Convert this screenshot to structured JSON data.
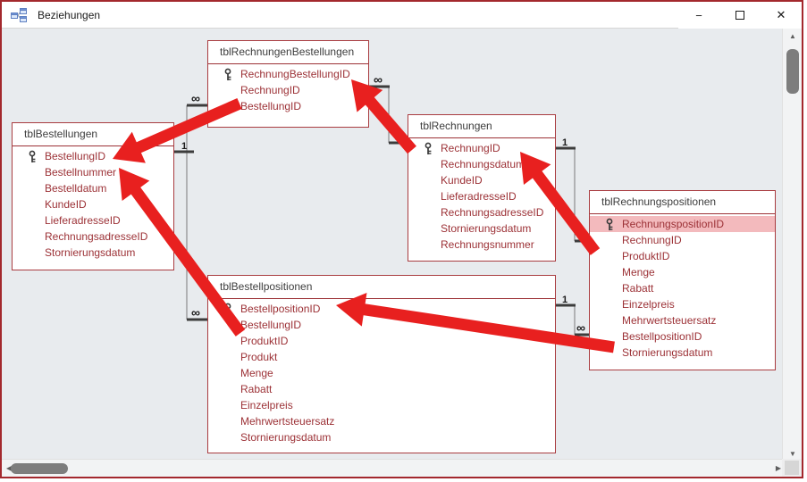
{
  "window": {
    "title": "Beziehungen",
    "controls": {
      "minimize": "−",
      "maximize": "maximize",
      "close": "✕"
    }
  },
  "scrollbar_icons": {
    "up": "▲",
    "down": "▼",
    "left": "◀",
    "right": "▶"
  },
  "tables": [
    {
      "name": "tblBestellungen",
      "fields": [
        {
          "label": "BestellungID",
          "key": true
        },
        {
          "label": "Bestellnummer"
        },
        {
          "label": "Bestelldatum"
        },
        {
          "label": "KundeID"
        },
        {
          "label": "LieferadresseID"
        },
        {
          "label": "RechnungsadresseID"
        },
        {
          "label": "Stornierungsdatum"
        }
      ]
    },
    {
      "name": "tblRechnungenBestellungen",
      "fields": [
        {
          "label": "RechnungBestellungID",
          "key": true
        },
        {
          "label": "RechnungID"
        },
        {
          "label": "BestellungID"
        }
      ]
    },
    {
      "name": "tblRechnungen",
      "fields": [
        {
          "label": "RechnungID",
          "key": true
        },
        {
          "label": "Rechnungsdatum"
        },
        {
          "label": "KundeID"
        },
        {
          "label": "LieferadresseID"
        },
        {
          "label": "RechnungsadresseID"
        },
        {
          "label": "Stornierungsdatum"
        },
        {
          "label": "Rechnungsnummer"
        }
      ]
    },
    {
      "name": "tblRechnungspositionen",
      "fields": [
        {
          "label": "RechnungspositionID",
          "key": true,
          "highlighted": true
        },
        {
          "label": "RechnungID"
        },
        {
          "label": "ProduktID"
        },
        {
          "label": "Menge"
        },
        {
          "label": "Rabatt"
        },
        {
          "label": "Einzelpreis"
        },
        {
          "label": "Mehrwertsteuersatz"
        },
        {
          "label": "BestellpositionID"
        },
        {
          "label": "Stornierungsdatum"
        }
      ]
    },
    {
      "name": "tblBestellpositionen",
      "fields": [
        {
          "label": "BestellpositionID",
          "key": true
        },
        {
          "label": "BestellungID"
        },
        {
          "label": "ProduktID"
        },
        {
          "label": "Produkt"
        },
        {
          "label": "Menge"
        },
        {
          "label": "Rabatt"
        },
        {
          "label": "Einzelpreis"
        },
        {
          "label": "Mehrwertsteuersatz"
        },
        {
          "label": "Stornierungsdatum"
        }
      ]
    }
  ],
  "relationships": [
    {
      "one_table": "tblBestellungen",
      "one_field": "BestellungID",
      "many_table": "tblRechnungenBestellungen",
      "many_field": "BestellungID",
      "one_label": "1",
      "many_label": "∞"
    },
    {
      "one_table": "tblBestellungen",
      "one_field": "BestellungID",
      "many_table": "tblBestellpositionen",
      "many_field": "BestellungID",
      "one_label": "1",
      "many_label": "∞"
    },
    {
      "one_table": "tblRechnungen",
      "one_field": "RechnungID",
      "many_table": "tblRechnungenBestellungen",
      "many_field": "RechnungID",
      "one_label": "1",
      "many_label": "∞"
    },
    {
      "one_table": "tblRechnungen",
      "one_field": "RechnungID",
      "many_table": "tblRechnungspositionen",
      "many_field": "RechnungID",
      "one_label": "1",
      "many_label": "∞"
    },
    {
      "one_table": "tblBestellpositionen",
      "one_field": "BestellpositionID",
      "many_table": "tblRechnungspositionen",
      "many_field": "BestellpositionID",
      "one_label": "1",
      "many_label": "∞"
    }
  ],
  "highlight": {
    "table": "tblRechnungspositionen",
    "field": "RechnungspositionID",
    "color": "#f3babd"
  },
  "annotations": {
    "arrow_color": "#e8201f",
    "arrows": [
      {
        "points_to": "tblBestellungen.BestellungID"
      },
      {
        "points_to": "tblBestellungen.BestellungID"
      },
      {
        "points_to": "tblRechnungenBestellungen.RechnungBestellungID"
      },
      {
        "points_to": "tblRechnungen.RechnungID"
      },
      {
        "points_to": "tblBestellpositionen.BestellpositionID"
      }
    ]
  },
  "colors": {
    "window_border": "#a3282d",
    "canvas_bg": "#e8ebee",
    "table_border": "#a93c40",
    "field_text": "#9c3136",
    "table_title_text": "#3d3d3d"
  }
}
